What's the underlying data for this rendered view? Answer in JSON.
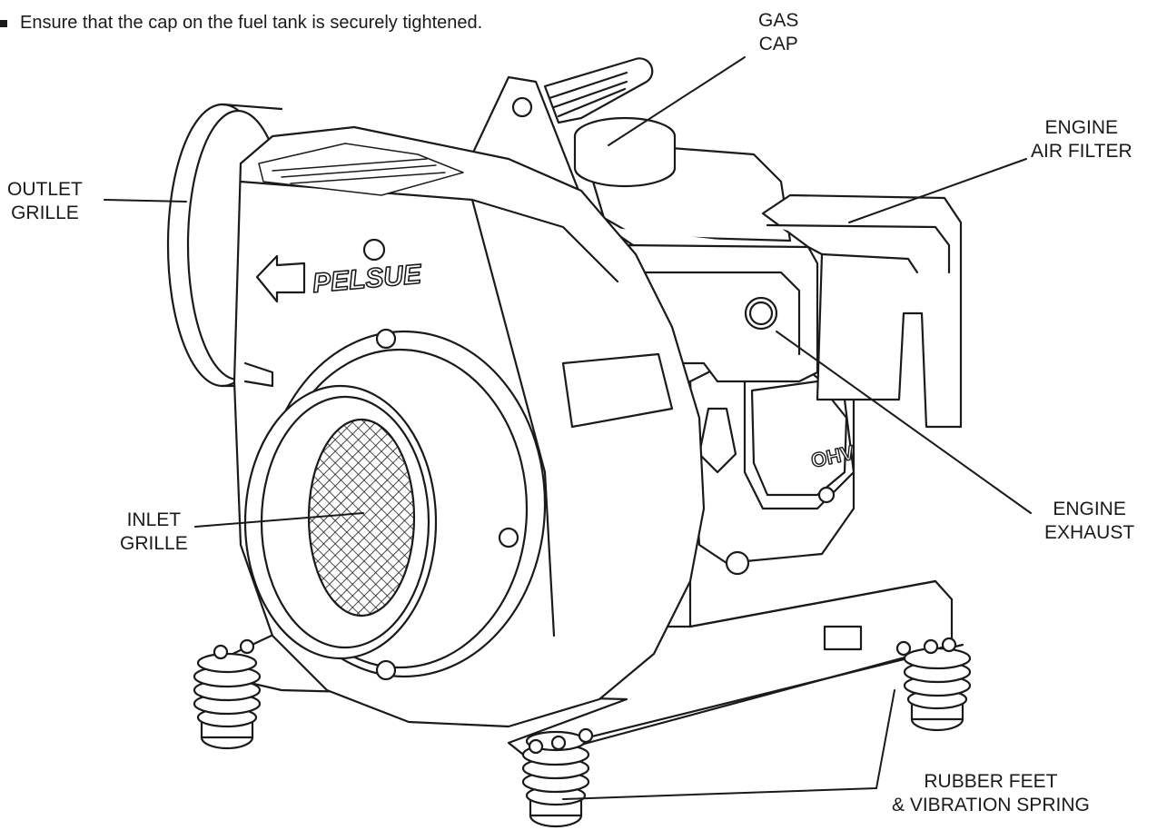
{
  "instruction": {
    "text": "Ensure that the cap on the fuel tank is securely tightened."
  },
  "product": {
    "brand_logo": "PELSUE",
    "engine_badge": "OHV"
  },
  "callouts": {
    "gas_cap": {
      "line1": "GAS",
      "line2": "CAP"
    },
    "engine_air_filter": {
      "line1": "ENGINE",
      "line2": "AIR FILTER"
    },
    "outlet_grille": {
      "line1": "OUTLET",
      "line2": "GRILLE"
    },
    "inlet_grille": {
      "line1": "INLET",
      "line2": "GRILLE"
    },
    "engine_exhaust": {
      "line1": "ENGINE",
      "line2": "EXHAUST"
    },
    "rubber_feet": {
      "line1": "RUBBER FEET",
      "line2": "& VIBRATION SPRING"
    }
  },
  "colors": {
    "line": "#1a1a1a",
    "background": "#ffffff"
  }
}
